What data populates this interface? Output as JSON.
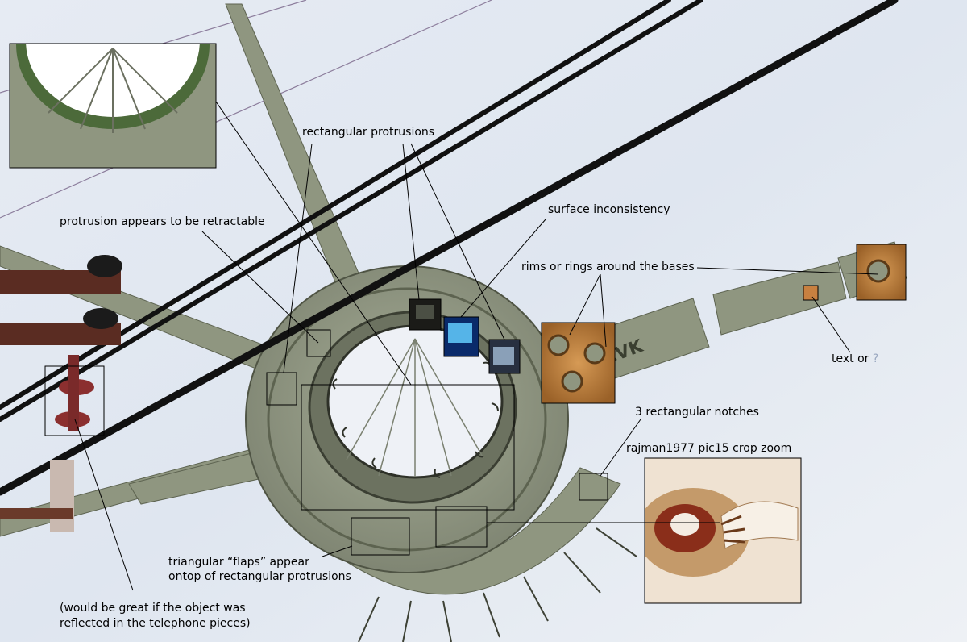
{
  "annotations": {
    "rectangular_protrusions": "rectangular protrusions",
    "protrusion_retractable": "protrusion appears to be retractable",
    "surface_inconsistency": "surface inconsistency",
    "rims_or_rings": "rims or rings around the bases",
    "text_or": "text or",
    "text_or_mark": "?",
    "three_notches": "3 rectangular notches",
    "crop_zoom": "rajman1977 pic15 crop zoom",
    "flaps_line1": "triangular “flaps” appear",
    "flaps_line2": "ontop of rectangular protrusions",
    "reflect_line1": "(would be great if the object was",
    "reflect_line2": "reflected in the telephone pieces)"
  },
  "arm_marking": "CVK",
  "colors": {
    "sky": "#e9edf3",
    "hull": "#8f9680",
    "hull_dark": "#6a7058",
    "wire": "#111111",
    "rust": "#b0783a",
    "annotation_line": "#000000"
  }
}
